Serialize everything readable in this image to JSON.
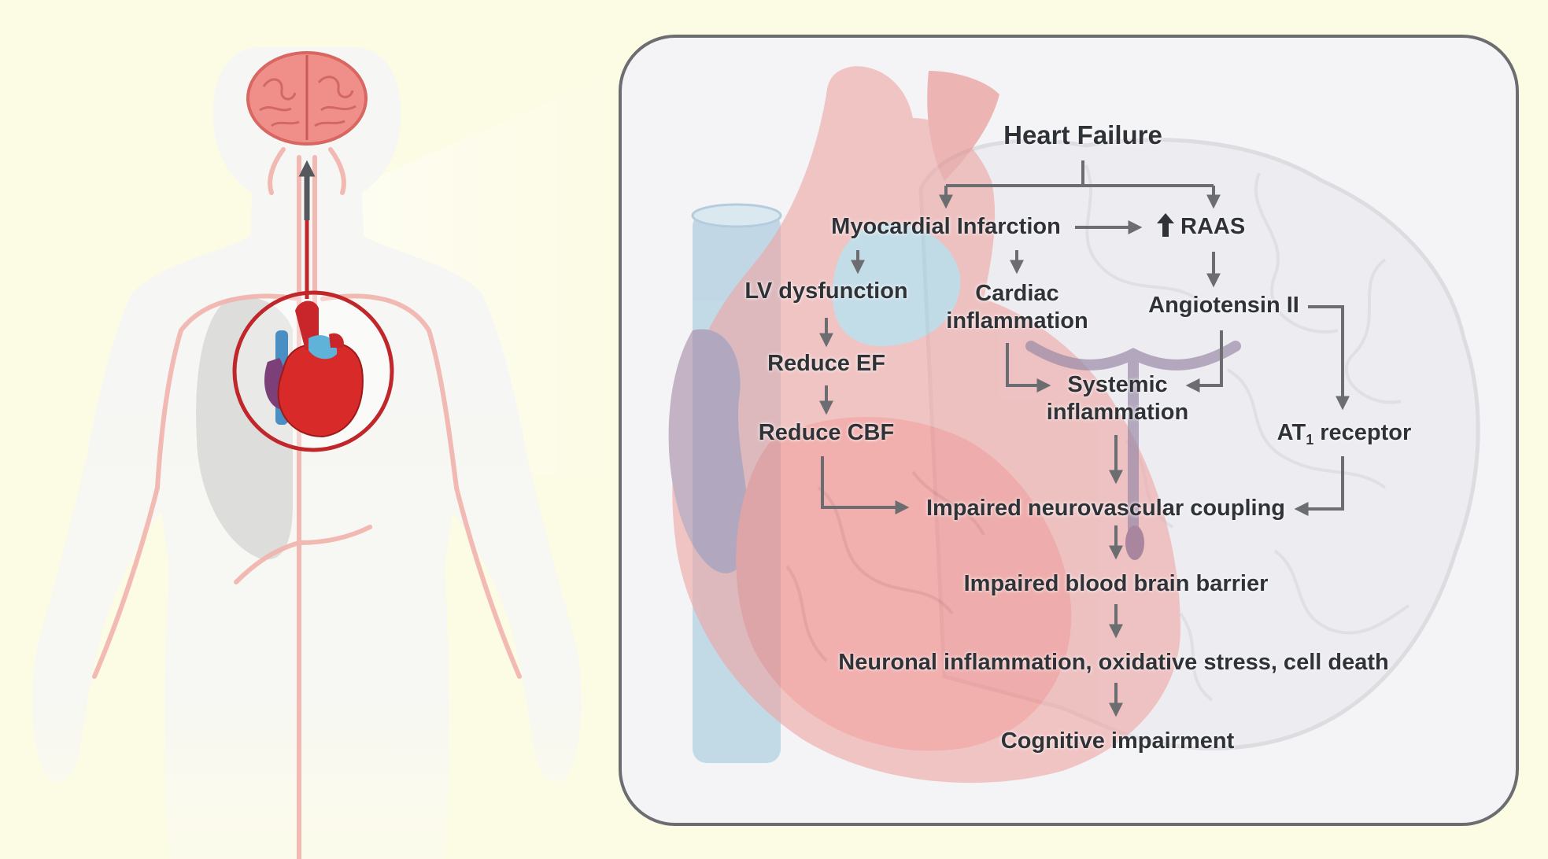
{
  "diagram": {
    "nodes": {
      "heart_failure": "Heart Failure",
      "myocardial_infarction": "Myocardial Infarction",
      "raas": "RAAS",
      "lv_dysfunction": "LV dysfunction",
      "cardiac_inflammation_1": "Cardiac",
      "cardiac_inflammation_2": "inflammation",
      "angiotensin_ii": "Angiotensin II",
      "reduce_ef": "Reduce EF",
      "systemic_inflammation_1": "Systemic",
      "systemic_inflammation_2": "inflammation",
      "reduce_cbf": "Reduce CBF",
      "at1_receptor_main": "AT",
      "at1_receptor_sub": "1",
      "at1_receptor_rest": " receptor",
      "impaired_neurovascular_coupling": "Impaired neurovascular coupling",
      "impaired_bbb": "Impaired blood brain barrier",
      "neuronal_inflammation": "Neuronal inflammation, oxidative stress, cell death",
      "cognitive_impairment": "Cognitive impairment"
    },
    "icons": [
      "body-silhouette-icon",
      "brain-icon",
      "heart-icon",
      "up-arrow-icon"
    ],
    "colors": {
      "background": "#fcfbe4",
      "panel": "#f4f4f6",
      "panel_border": "#6c6d70",
      "arrow": "#6b6d70",
      "heart_red": "#d92a2a",
      "ring_red": "#c0262a",
      "text": "#2f3236"
    }
  }
}
